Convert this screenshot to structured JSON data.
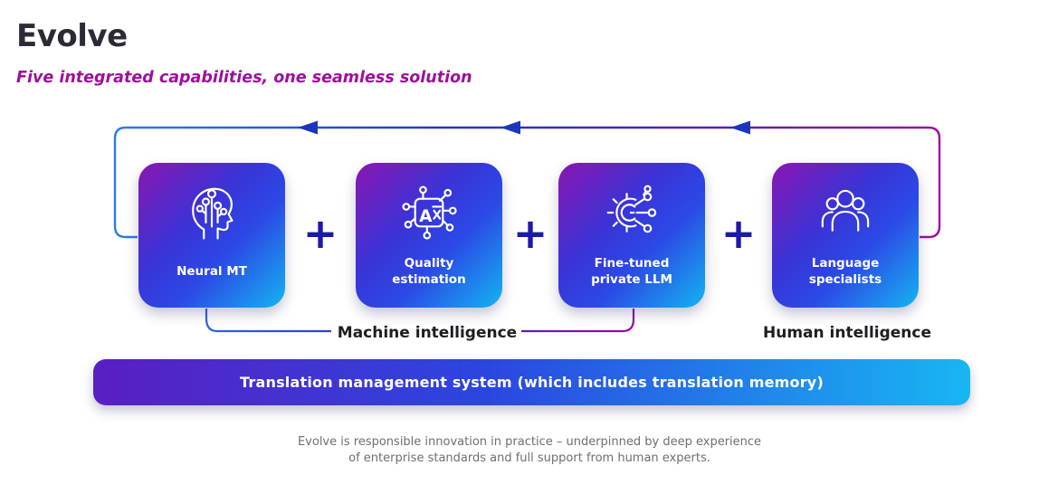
{
  "header": {
    "title": "Evolve",
    "subtitle": "Five integrated capabilities, one seamless solution"
  },
  "cards": [
    {
      "label": "Neural MT",
      "icon": "neural-mt-icon"
    },
    {
      "label": "Quality\nestimation",
      "icon": "quality-estimation-chip-icon"
    },
    {
      "label": "Fine-tuned\nprivate LLM",
      "icon": "fine-tuned-llm-gear-icon"
    },
    {
      "label": "Language\nspecialists",
      "icon": "language-specialists-people-icon"
    }
  ],
  "plus": "+",
  "groups": {
    "machine": "Machine intelligence",
    "human": "Human intelligence"
  },
  "tms_bar": {
    "label": "Translation management system (which includes translation memory)"
  },
  "caption": "Evolve is responsible innovation in practice – underpinned by deep experience\nof enterprise standards and full support from human experts.",
  "colors": {
    "title": "#2d2a35",
    "subtitle": "#9e0f9e",
    "card_gradient": [
      "#8a16b2",
      "#2b49e6",
      "#14b4f2"
    ],
    "bar_gradient": [
      "#5a1ec2",
      "#2b46e0",
      "#18b6f3"
    ],
    "arrow_blue": "#2b7ce8",
    "arrowhead_navy": "#1b35bd",
    "arrow_purple": "#9c0da2",
    "plus_sign": "#1d18ae",
    "group_label": "#1d1d24",
    "caption_gray": "#6e6e73"
  }
}
